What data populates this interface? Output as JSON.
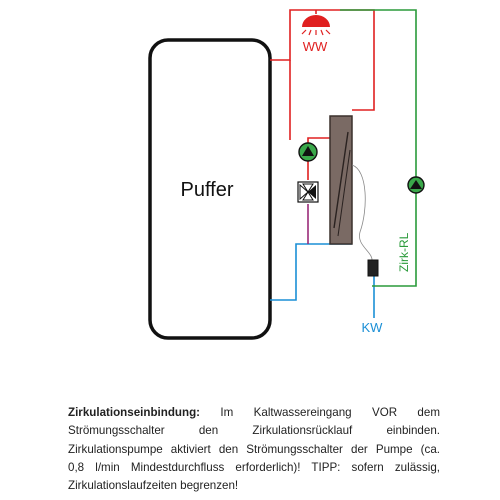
{
  "diagram": {
    "labels": {
      "buffer": "Puffer",
      "hot_water": "WW",
      "cold_water": "KW",
      "circulation_return": "Zirk-RL"
    },
    "colors": {
      "hot_line": "#e02020",
      "cold_line": "#1a8fd6",
      "circulation_line": "#2a9a3a",
      "mixed_line": "#9a2a7a",
      "pump_fill": "#3aa84a",
      "shower": "#e02020",
      "heat_exchanger": "#7a6a64",
      "tank_stroke": "#111111"
    },
    "icons": [
      "shower-icon",
      "pump-icon",
      "mixing-valve-icon",
      "heat-exchanger-icon",
      "flow-switch-icon"
    ]
  },
  "caption": {
    "title": "Zirkulationseinbindung:",
    "line1_rest": "Im Kaltwassereingang VOR dem",
    "line2": "Strömungsschalter den Zirkulationsrücklauf einbinden.",
    "line3": "Zirkulationspumpe aktiviert den Strömungsschalter der Pumpe (ca.",
    "line4": "0,8 l/min Mindestdurchfluss erforderlich)! TIPP: sofern zulässig,",
    "line5": "Zirkulationslaufzeiten begrenzen!"
  }
}
